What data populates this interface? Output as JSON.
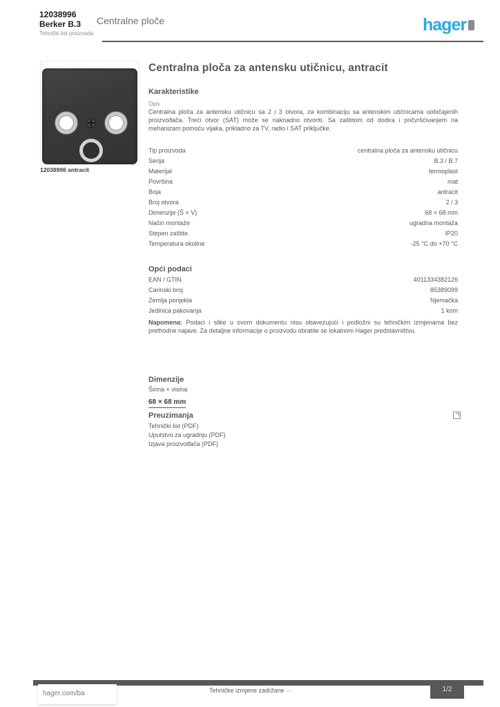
{
  "header": {
    "reference": "12038996",
    "reference2": "Berker B.3",
    "note": "Tehnički list proizvoda",
    "family": "Centralne ploče",
    "logo": "hager"
  },
  "photo": {
    "caption": "12038996 antracit"
  },
  "title": "Centralna ploča za antensku utičnicu, antracit",
  "desc": {
    "label": "Opis",
    "text": "Centralna ploča za antensku utičnicu sa 2 i 3 otvora, za kombinaciju sa antenskim utičnicama uobičajenih proizvođača. Treći otvor (SAT) može se naknadno otvoriti. Sa zaštitom od dodira i pričvršćivanjem na mehanizam pomoću vijaka, prikladno za TV, radio i SAT priključke."
  },
  "spec1": {
    "heading": "Karakteristike",
    "rows": [
      {
        "label": "Tip proizvoda",
        "value": "centralna ploča za antensku utičnicu"
      },
      {
        "label": "Serija",
        "value": "B.3 / B.7"
      },
      {
        "label": "Materijal",
        "value": "termoplast"
      },
      {
        "label": "Površina",
        "value": "mat"
      },
      {
        "label": "Boja",
        "value": "antracit"
      },
      {
        "label": "Broj otvora",
        "value": "2 / 3"
      },
      {
        "label": "Dimenzije (Š × V)",
        "value": "68 × 68 mm"
      },
      {
        "label": "Način montaže",
        "value": "ugradna montaža"
      },
      {
        "label": "Stepen zaštite",
        "value": "IP20"
      },
      {
        "label": "Temperatura okoline",
        "value": "-25 °C do +70 °C"
      }
    ]
  },
  "spec2": {
    "heading": "Opći podaci",
    "rows": [
      {
        "label": "EAN / GTIN",
        "value": "4011334382126"
      },
      {
        "label": "Carinski broj",
        "value": "85389099"
      },
      {
        "label": "Zemlja porijekla",
        "value": "Njemačka"
      },
      {
        "label": "Jedinica pakovanja",
        "value": "1 kom"
      }
    ],
    "note_label": "Napomena:",
    "note_text": " Podaci i slike u ovom dokumentu nisu obavezujući i podložni su tehničkim izmjenama bez prethodne najave. Za detaljne informacije o proizvodu obratite se lokalnom Hager predstavništvu."
  },
  "dims": {
    "heading": "Dimenzije",
    "line": "Širina × visina",
    "value": "68 × 68 mm"
  },
  "downloads": {
    "heading": "Preuzimanja",
    "items": [
      {
        "label": "Tehnički list (PDF)"
      },
      {
        "label": "Uputstvo za ugradnju (PDF)"
      },
      {
        "label": "Izjava proizvođača (PDF)"
      }
    ]
  },
  "footer": {
    "url": "hager.com/ba",
    "center": "Tehničke izmjene zadržane",
    "center_light": "—",
    "page": "1/2"
  },
  "colors": {
    "brand_blue": "#29a9e1",
    "text_gray": "#57585a",
    "plate_anthracite": "#3a3a3c"
  }
}
